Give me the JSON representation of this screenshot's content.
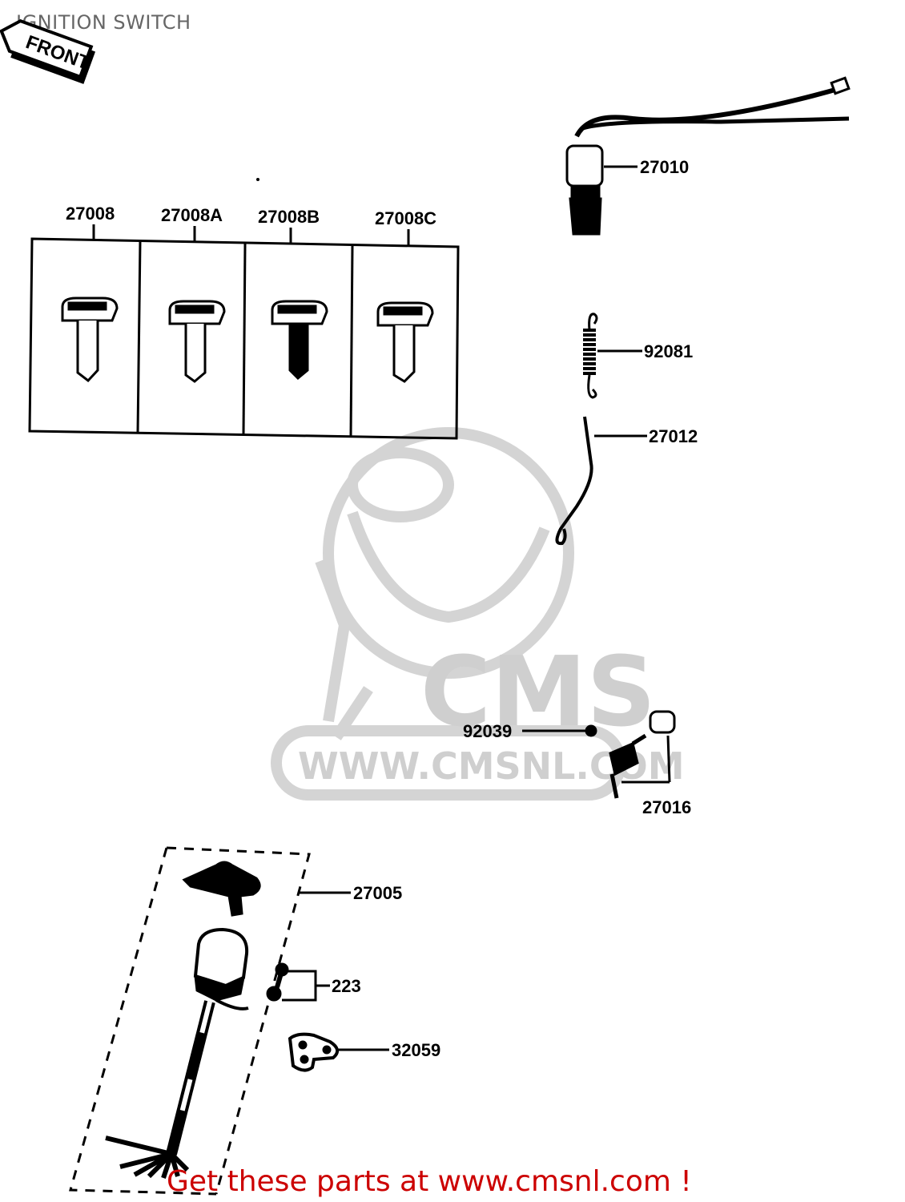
{
  "title": "IGNITION SWITCH",
  "front_arrow_label": "FRONT",
  "watermark": {
    "logo_text": "CMS",
    "url_text": "WWW.CMSNL.COM"
  },
  "parts": {
    "key_27008": "27008",
    "key_27008a": "27008A",
    "key_27008b": "27008B",
    "key_27008c": "27008C",
    "switch_27010": "27010",
    "spring_92081": "92081",
    "rod_27012": "27012",
    "pin_92039": "92039",
    "lock_27016": "27016",
    "switch_27005": "27005",
    "screw_223": "223",
    "bracket_32059": "32059"
  },
  "footer": {
    "text": "Get these parts at www.cmsnl.com !",
    "color": "#cc0000"
  },
  "colors": {
    "line": "#000000",
    "watermark": "#cfcfcf",
    "title": "#666666"
  }
}
